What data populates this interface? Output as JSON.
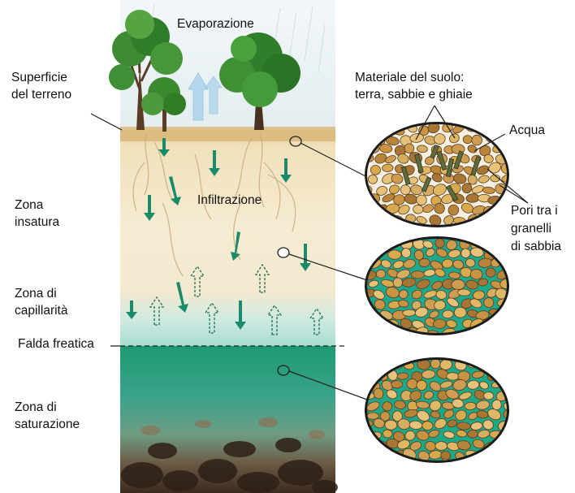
{
  "labels": {
    "evaporation": "Evaporazione",
    "ground_surface": [
      "Superficie",
      "del terreno"
    ],
    "unsaturated_zone": [
      "Zona",
      "insatura"
    ],
    "infiltration": "Infiltrazione",
    "capillary_zone": [
      "Zona di",
      "capillarità"
    ],
    "water_table": "Falda freatica",
    "saturation_zone": [
      "Zona di",
      "saturazione"
    ],
    "soil_material": [
      "Materiale del suolo:",
      "terra, sabbie e ghiaie"
    ],
    "water": "Acqua",
    "pores": [
      "Pori tra i",
      "granelli",
      "di sabbia"
    ]
  },
  "colors": {
    "soil_light": "#f2e6c8",
    "soil_beige": "#e9d5a8",
    "capillary_cyan": "#bfe6e0",
    "saturated_green": "#1e9a78",
    "deep_dark": "#4a3626",
    "water_fill": "#1fa98c",
    "grain_tan": "#d4a24c",
    "arrow_green": "#1a8a6a",
    "tree_green": "#2f8a2f",
    "sky_blue": "#cfe4ef"
  }
}
